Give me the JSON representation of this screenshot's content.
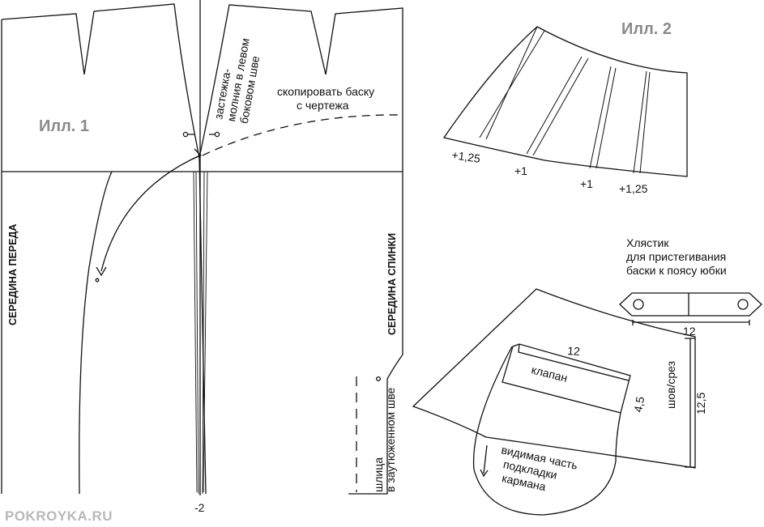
{
  "ill1": {
    "title": "Илл. 1",
    "zipper_note": [
      "застежка-",
      "молния в левом",
      "боковом шве"
    ],
    "copy_note": [
      "скопировать баску",
      "с чертежа"
    ],
    "center_front": "СЕРЕДИНА ПЕРЕДА",
    "center_back": "СЕРЕДИНА СПИНКИ",
    "slit_note": [
      "шлица",
      "в заутюженном шве"
    ],
    "bottom_value": "-2"
  },
  "ill2": {
    "title": "Илл. 2",
    "increments": [
      "+1,25",
      "+1",
      "+1",
      "+1,25"
    ]
  },
  "tab": {
    "title": [
      "Хлястик",
      "для пристегивания",
      "баски к поясу юбки"
    ],
    "length": "12"
  },
  "pocket": {
    "flap_label": "клапан",
    "flap_width": "12",
    "flap_height": "4,5",
    "seam_label": "шов/срез",
    "seam_value": "12,5",
    "lining_note": [
      "видимая часть",
      "подкладки",
      "кармана"
    ]
  },
  "watermark": "POKROYKA.RU"
}
